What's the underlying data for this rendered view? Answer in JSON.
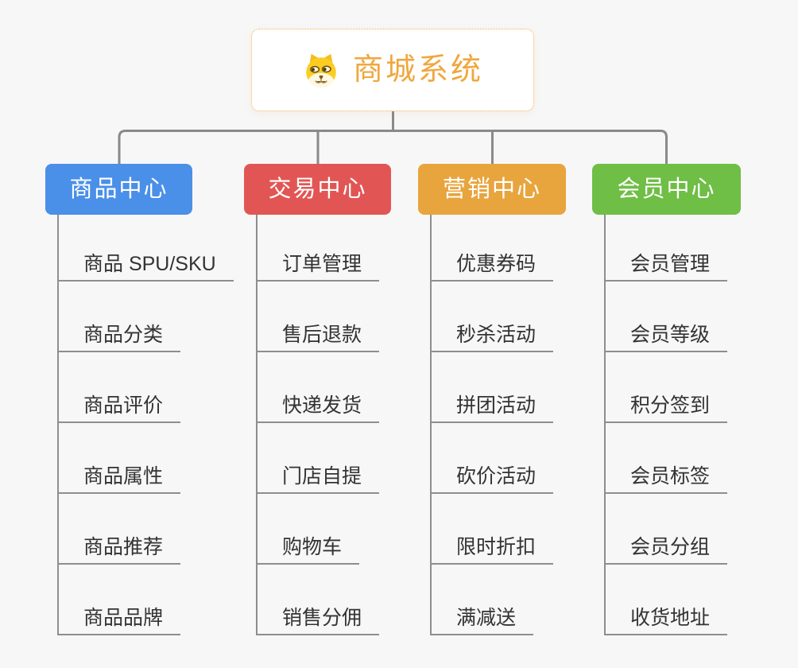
{
  "app": {
    "background_color": "#F7F7F7",
    "connector_color": "#8A8A8A",
    "subline_color": "#8E8E8E",
    "item_text_color": "#333333"
  },
  "root": {
    "title": "商城系统",
    "icon": "dog-face-icon",
    "text_color": "#F0A73E",
    "border_color": "#F2AE52"
  },
  "branches": [
    {
      "id": "product-center",
      "label": "商品中心",
      "color": "#4A8FE8",
      "items": [
        "商品 SPU/SKU",
        "商品分类",
        "商品评价",
        "商品属性",
        "商品推荐",
        "商品品牌"
      ]
    },
    {
      "id": "trade-center",
      "label": "交易中心",
      "color": "#E15654",
      "items": [
        "订单管理",
        "售后退款",
        "快递发货",
        "门店自提",
        "购物车",
        "销售分佣"
      ]
    },
    {
      "id": "marketing-center",
      "label": "营销中心",
      "color": "#E8A53D",
      "items": [
        "优惠券码",
        "秒杀活动",
        "拼团活动",
        "砍价活动",
        "限时折扣",
        "满减送"
      ]
    },
    {
      "id": "member-center",
      "label": "会员中心",
      "color": "#6FBE45",
      "items": [
        "会员管理",
        "会员等级",
        "积分签到",
        "会员标签",
        "会员分组",
        "收货地址"
      ]
    }
  ]
}
